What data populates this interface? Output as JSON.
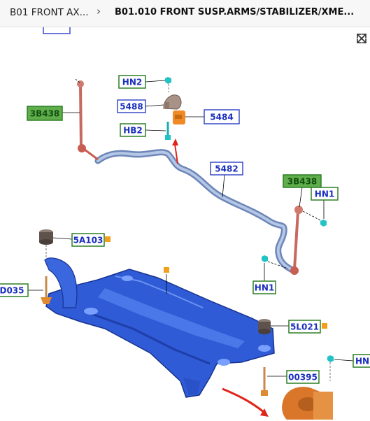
{
  "breadcrumb": {
    "parent": "B01 FRONT AX...",
    "current": "B01.010 FRONT SUSP.ARMS/STABILIZER/XME..."
  },
  "icons": {
    "separator": "chevron-right-icon",
    "expand": "expand-arrows-icon"
  },
  "colors": {
    "blue_label": "#1b2fbf",
    "green_label": "#134e10",
    "label_border_green": "#2f7f26",
    "label_fill_green": "#5fae4b",
    "subframe": "#2f5bd6",
    "stabilizer_bar": "#9ab0d8",
    "marker": "#f2a01b",
    "arrow": "#e0241b"
  },
  "callouts": {
    "hn2": "HN2",
    "c5488": "5488",
    "c5484": "5484",
    "hb2": "HB2",
    "c3b438_left": "3B438",
    "c5482": "5482",
    "c3b438_right": "3B438",
    "hn1_right": "HN1",
    "c5a103": "5A103",
    "d035": "D035",
    "hn1_bottom": "HN1",
    "c5l021": "5L021",
    "c00395": "00395",
    "hn_edge": "HN"
  }
}
